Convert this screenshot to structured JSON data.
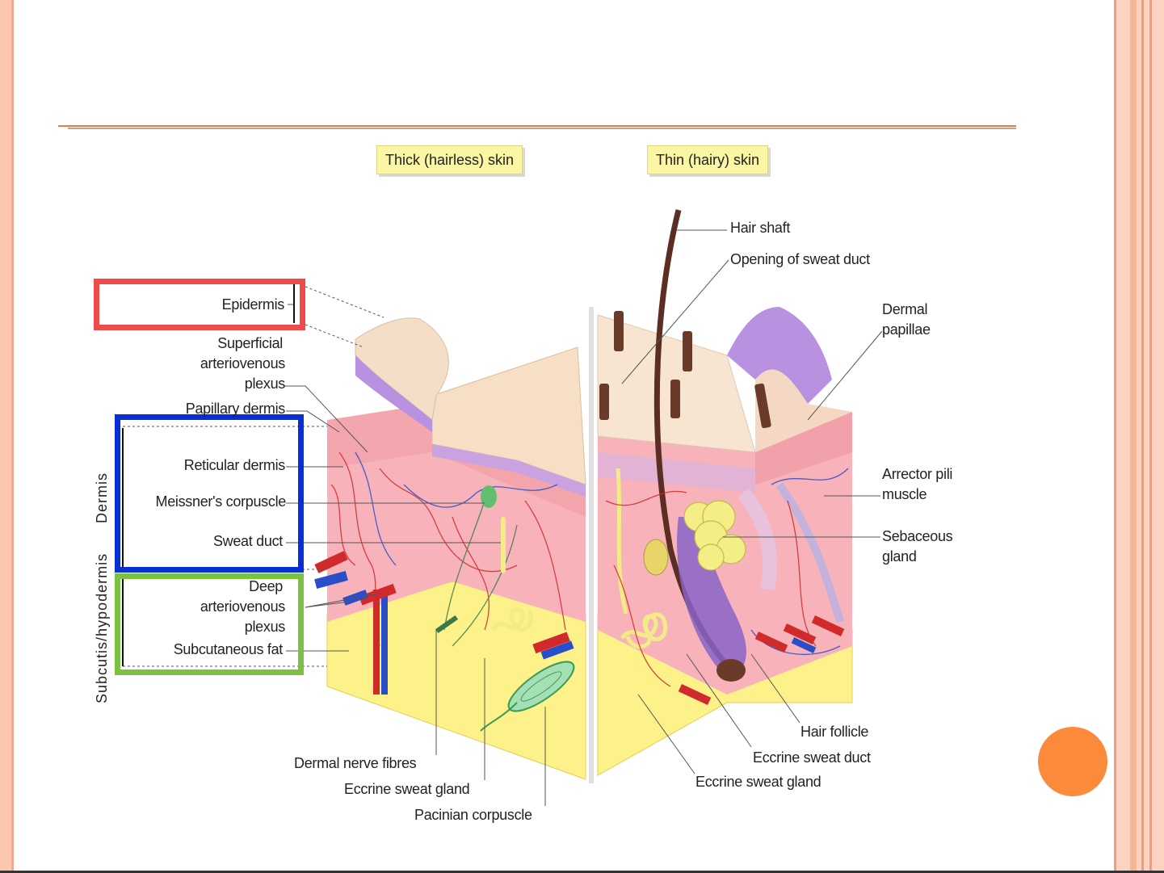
{
  "header_tags": {
    "thick": "Thick (hairless) skin",
    "thin": "Thin (hairy) skin"
  },
  "left_labels": {
    "epidermis": "Epidermis",
    "superficial_1": "Superficial",
    "superficial_2": "arteriovenous",
    "superficial_3": "plexus",
    "papillary": "Papillary dermis",
    "reticular": "Reticular dermis",
    "meissner": "Meissner's corpuscle",
    "sweat_duct": "Sweat duct",
    "deep_1": "Deep",
    "deep_2": "arteriovenous",
    "deep_3": "plexus",
    "subcutaneous": "Subcutaneous fat"
  },
  "vertical_labels": {
    "dermis": "Dermis",
    "subcutis": "Subcutis/hypodermis"
  },
  "bottom_labels": {
    "nerve": "Dermal nerve fibres",
    "eccrine_gland": "Eccrine sweat gland",
    "pacinian": "Pacinian corpuscle"
  },
  "right_labels": {
    "hair_shaft": "Hair shaft",
    "opening": "Opening of sweat duct",
    "dermal_1": "Dermal",
    "dermal_2": "papillae",
    "arrector_1": "Arrector pili",
    "arrector_2": "muscle",
    "sebaceous_1": "Sebaceous",
    "sebaceous_2": "gland",
    "hair_follicle": "Hair follicle",
    "eccrine_duct": "Eccrine sweat duct",
    "eccrine_gland": "Eccrine sweat gland"
  },
  "colors": {
    "epidermis_box": "#ef4b4b",
    "dermis_box": "#0a2fd1",
    "hypodermis_box": "#7cc242",
    "accent": "#fb8a3b"
  }
}
